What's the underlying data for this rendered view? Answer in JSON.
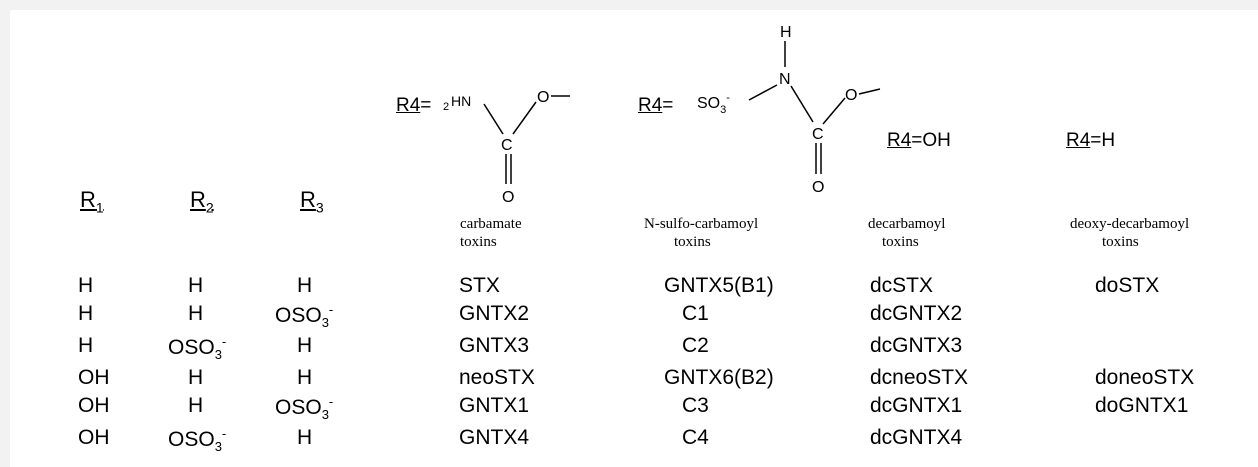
{
  "headers": {
    "r1": "R",
    "r1_sub": "1",
    "r2": "R",
    "r2_sub": "2",
    "r3": "R",
    "r3_sub": "3"
  },
  "groups": [
    {
      "r4_label": "R4",
      "r4_eq": "=",
      "r4_value": "",
      "caption_line1": "carbamate",
      "caption_line2": "toxins"
    },
    {
      "r4_label": "R4",
      "r4_eq": "=",
      "r4_value": "",
      "caption_line1": "N-sulfo-carbamoyl",
      "caption_line2": "toxins"
    },
    {
      "r4_label": "R4",
      "r4_eq": "=",
      "r4_value": "OH",
      "caption_line1": "decarbamoyl",
      "caption_line2": "toxins"
    },
    {
      "r4_label": "R4",
      "r4_eq": "=",
      "r4_value": "H",
      "caption_line1": "deoxy-decarbamoyl",
      "caption_line2": "toxins"
    }
  ],
  "structures": {
    "carbamate": {
      "amine": "HN",
      "amine_prefix": "2",
      "carbon": "C",
      "oxygen_single": "O",
      "oxygen_double": "O"
    },
    "sulfo": {
      "hydrogen": "H",
      "nitrogen": "N",
      "sulfo": "SO",
      "sulfo_sub": "3",
      "sulfo_sup": "-",
      "carbon": "C",
      "oxygen_single": "O",
      "oxygen_double": "O"
    }
  },
  "rows": [
    {
      "r1": "H",
      "r2": "H",
      "r3": "H",
      "carbamate": "STX",
      "sulfo": "GNTX5(B1)",
      "decarbamoyl": "dcSTX",
      "deoxy": "doSTX"
    },
    {
      "r1": "H",
      "r2": "H",
      "r3": "OSO3",
      "carbamate": "GNTX2",
      "sulfo": "C1",
      "decarbamoyl": "dcGNTX2",
      "deoxy": ""
    },
    {
      "r1": "H",
      "r2": "OSO3",
      "r3": "H",
      "carbamate": "GNTX3",
      "sulfo": "C2",
      "decarbamoyl": "dcGNTX3",
      "deoxy": ""
    },
    {
      "r1": "OH",
      "r2": "H",
      "r3": "H",
      "carbamate": "neoSTX",
      "sulfo": "GNTX6(B2)",
      "decarbamoyl": "dcneoSTX",
      "deoxy": "doneoSTX"
    },
    {
      "r1": "OH",
      "r2": "H",
      "r3": "OSO3",
      "carbamate": "GNTX1",
      "sulfo": "C3",
      "decarbamoyl": "dcGNTX1",
      "deoxy": "doGNTX1"
    },
    {
      "r1": "OH",
      "r2": "OSO3",
      "r3": "H",
      "carbamate": "GNTX4",
      "sulfo": "C4",
      "decarbamoyl": "dcGNTX4",
      "deoxy": ""
    }
  ]
}
